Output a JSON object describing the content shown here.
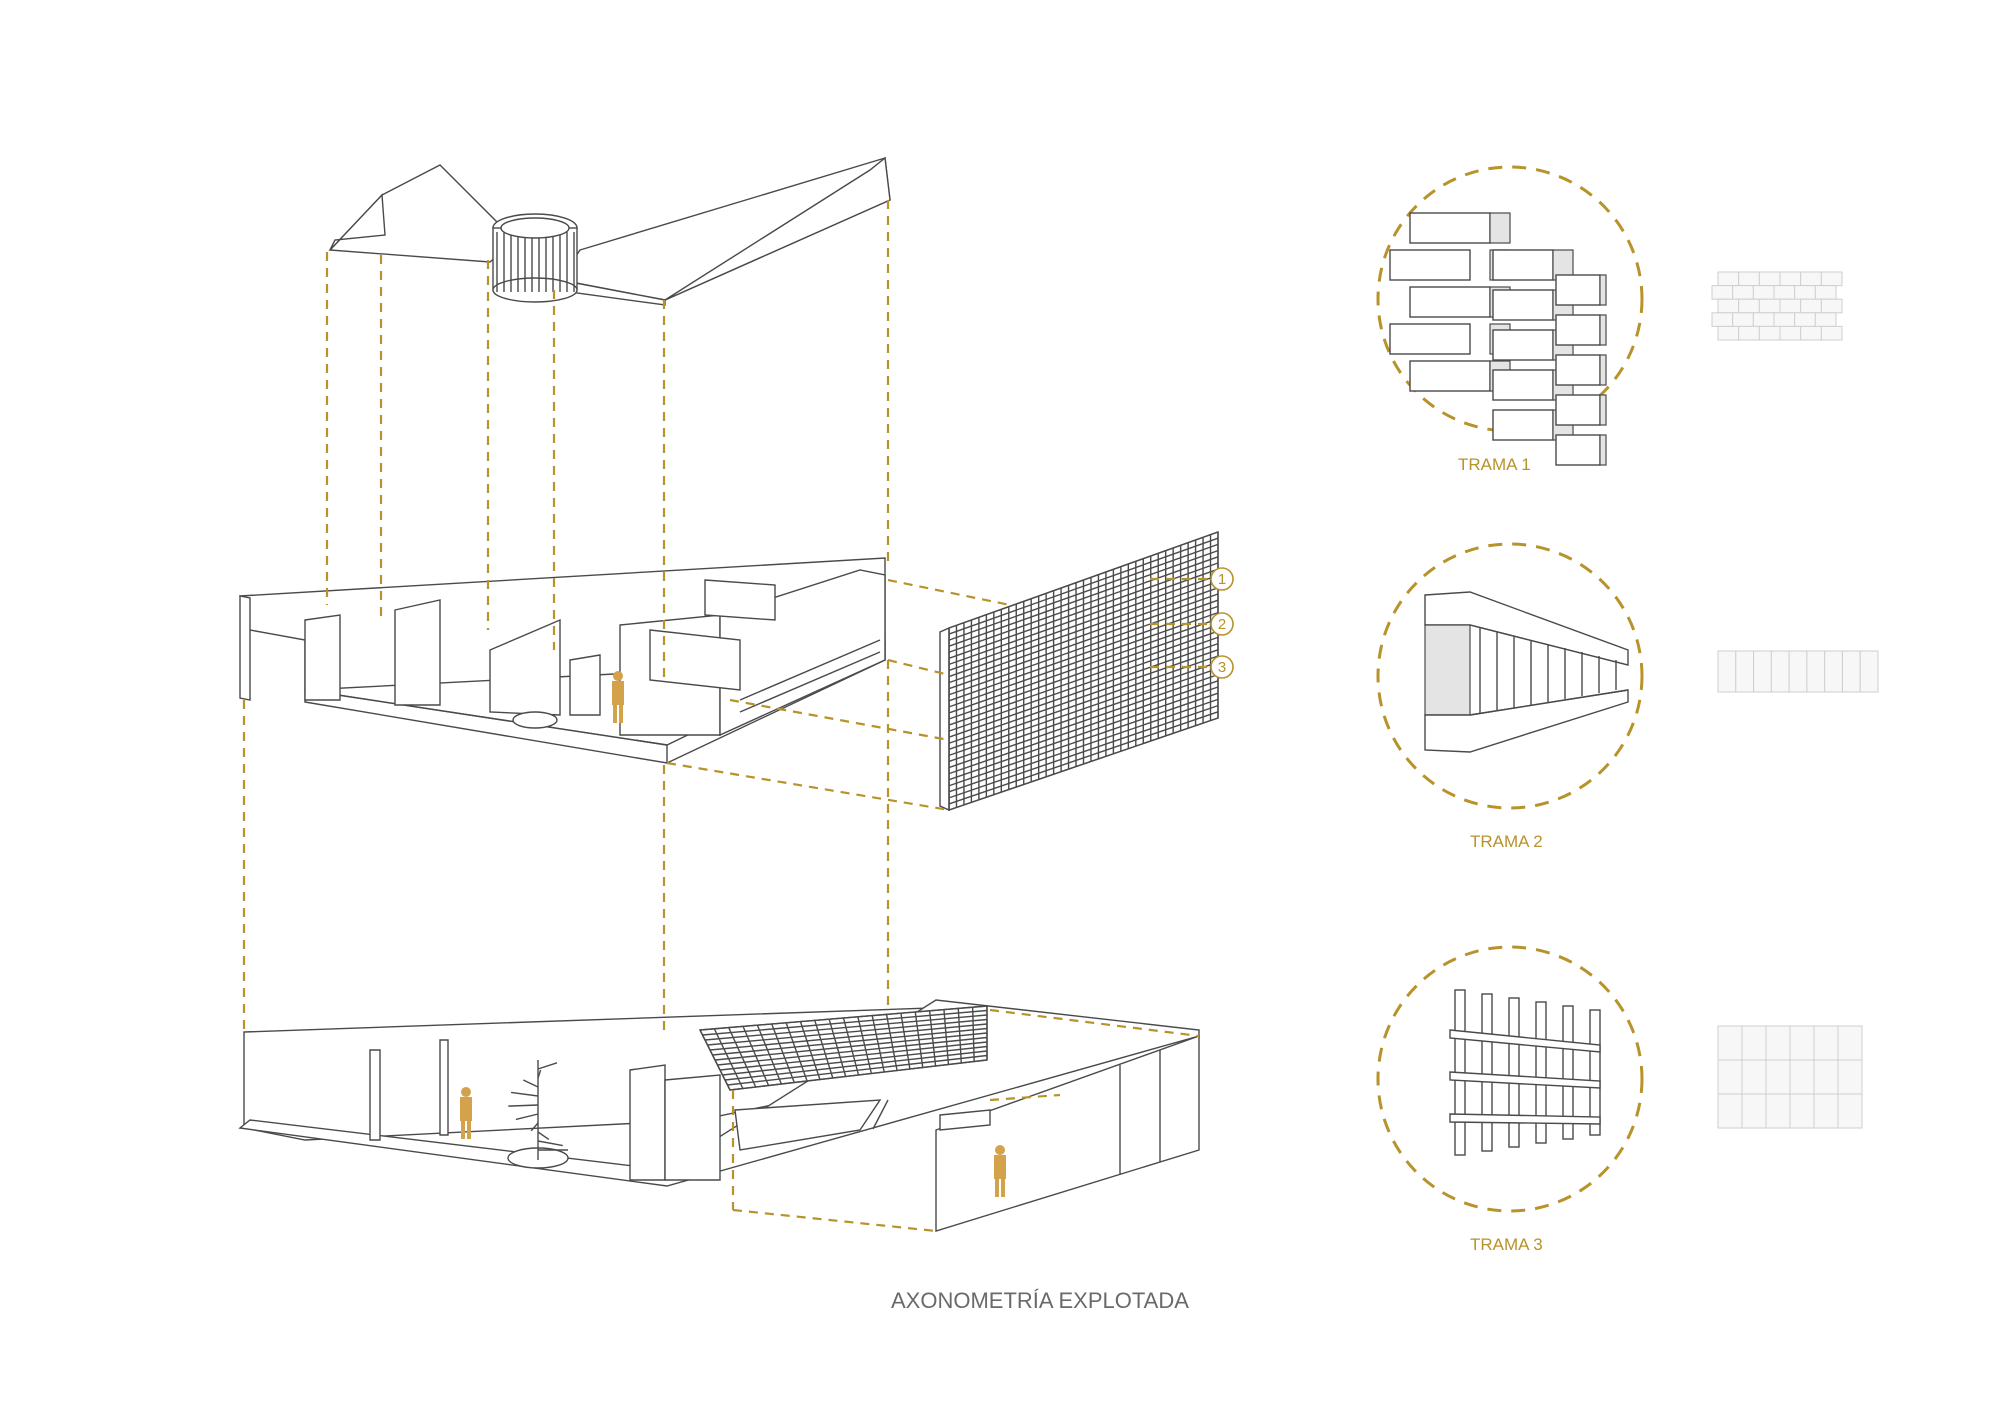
{
  "title": "AXONOMETRÍA EXPLOTADA",
  "tramas": [
    {
      "label": "TRAMA 1"
    },
    {
      "label": "TRAMA 2"
    },
    {
      "label": "TRAMA 3"
    }
  ],
  "callouts": [
    "1",
    "2",
    "3"
  ],
  "colors": {
    "accent": "#b8922a",
    "line": "#4a4a4a",
    "title": "#6a6a6a"
  }
}
